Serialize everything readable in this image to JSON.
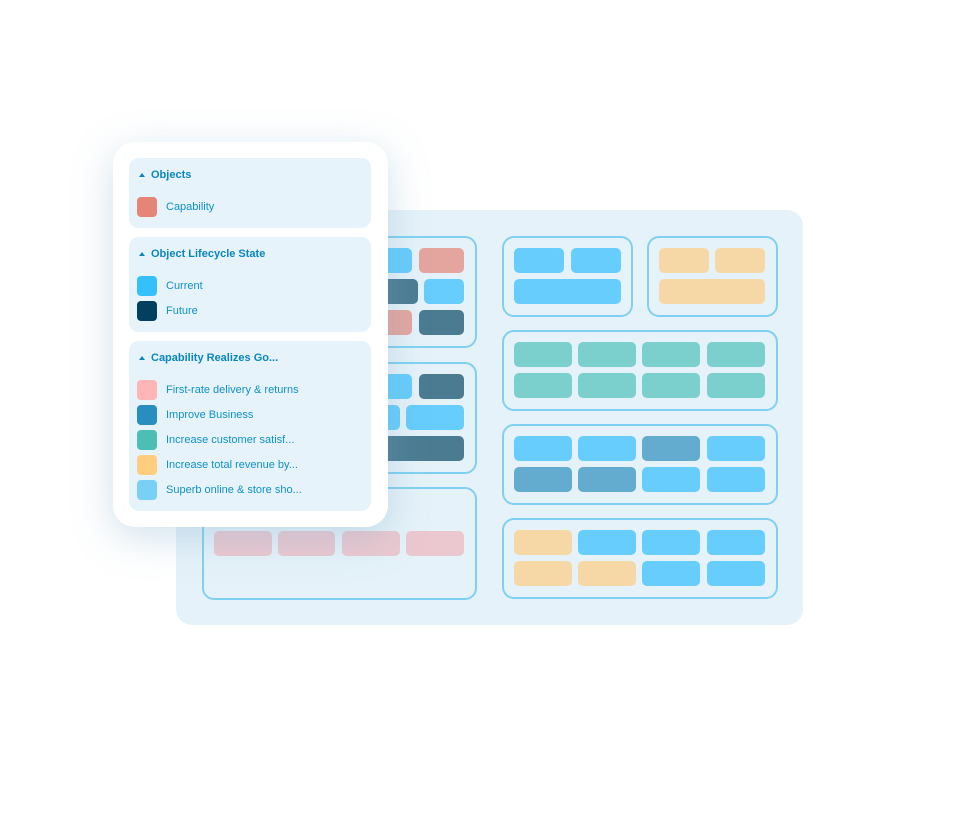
{
  "colors": {
    "L": "#66cdfc",
    "D": "#4a7b91",
    "M": "#63accf",
    "S": "#e4a59e",
    "P": "#f6d8a6",
    "T": "#7bcfcd",
    "K": "#ebc8cf"
  },
  "legend": {
    "sections": [
      {
        "title": "Objects",
        "items": [
          {
            "label": "Capability",
            "color": "#e58576"
          }
        ]
      },
      {
        "title": "Object Lifecycle State",
        "items": [
          {
            "label": "Current",
            "color": "#33c0fb"
          },
          {
            "label": "Future",
            "color": "#03405f"
          }
        ]
      },
      {
        "title": "Capability Realizes Go...",
        "items": [
          {
            "label": "First-rate delivery & returns",
            "color": "#fdb6b5"
          },
          {
            "label": "Improve Business",
            "color": "#2a8dbf"
          },
          {
            "label": "Increase customer satisf...",
            "color": "#4cbfb5"
          },
          {
            "label": "Increase total revenue by...",
            "color": "#ffcd7e"
          },
          {
            "label": "Superb online & store sho...",
            "color": "#78d1f4"
          }
        ]
      }
    ]
  },
  "board": {
    "left_groups": [
      [
        [
          "L",
          "S"
        ],
        [
          "D",
          "L"
        ],
        [
          "S",
          "D"
        ]
      ],
      [
        [
          "L",
          "D"
        ],
        [
          "L",
          "L"
        ],
        [
          "D"
        ]
      ],
      [
        [
          "K",
          "K",
          "K",
          "K"
        ]
      ]
    ],
    "right_groups": [
      [
        [
          "L",
          "L"
        ],
        [
          "L"
        ]
      ],
      [
        [
          "P",
          "P"
        ],
        [
          "P"
        ]
      ],
      [
        [
          "T",
          "T",
          "T",
          "T"
        ],
        [
          "T",
          "T",
          "T",
          "T"
        ]
      ],
      [
        [
          "L",
          "L",
          "M",
          "L"
        ],
        [
          "M",
          "M",
          "L",
          "L"
        ]
      ],
      [
        [
          "P",
          "L",
          "L",
          "L"
        ],
        [
          "P",
          "P",
          "L",
          "L"
        ]
      ]
    ]
  }
}
